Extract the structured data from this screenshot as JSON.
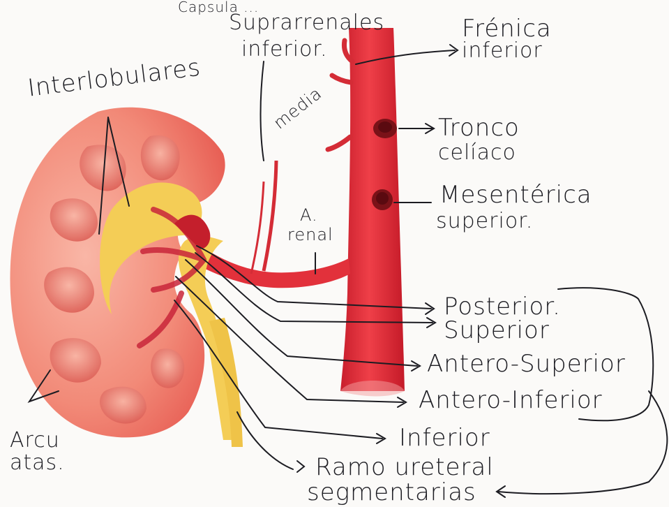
{
  "labels": {
    "top_cut": "Capsula ...",
    "suprarrenales": "Suprarrenales",
    "inferior_top": "inferior.",
    "frenica": "Frénica",
    "frenica_inferior": "inferior",
    "interlobulares": "Interlobulares",
    "media": "media",
    "tronco": "Tronco",
    "celiaco": "celíaco",
    "mesenterica": "Mesentérica",
    "mesenterica_superior": "superior.",
    "a": "A.",
    "renal": "renal",
    "posterior": "Posterior.",
    "superior": "Superior",
    "antero_superior": "Antero-Superior",
    "antero_inferior": "Antero-Inferior",
    "inferior": "Inferior",
    "arcuatas_1": "Arcu",
    "arcuatas_2": "atas.",
    "ramo_ureteral": "Ramo ureteral",
    "segmentarias": "segmentarias"
  },
  "colors": {
    "artery": "#e0303a",
    "artery_dark": "#b81d2a",
    "kidney_cortex": "#f07a6e",
    "kidney_light": "#f6a79b",
    "pelvis_yellow": "#f4cd56",
    "ink": "#1c1c22"
  }
}
